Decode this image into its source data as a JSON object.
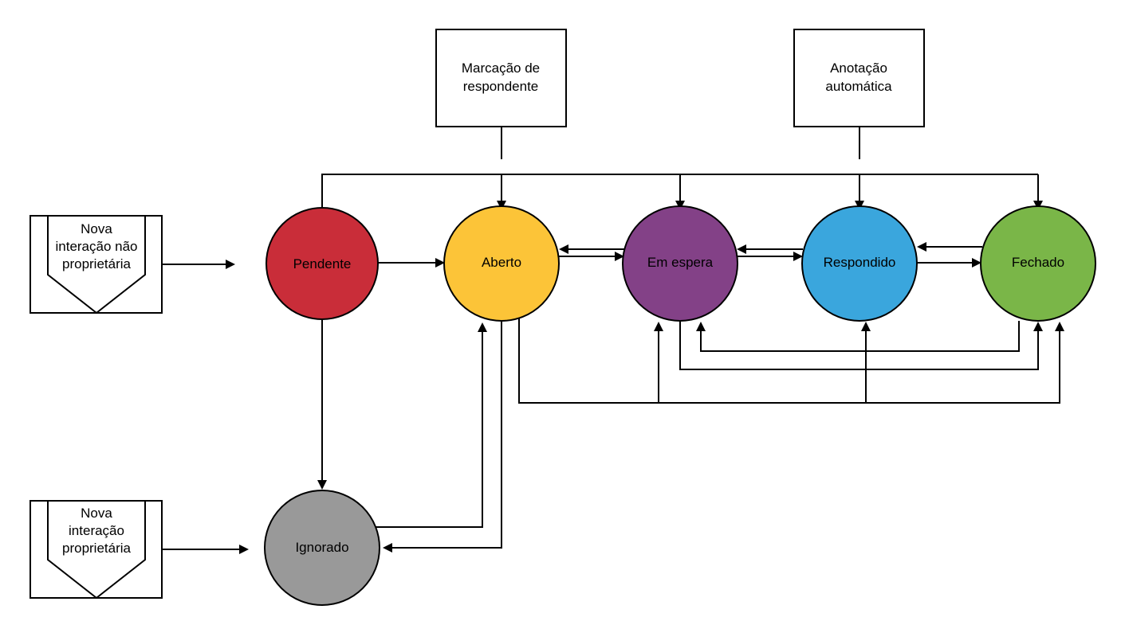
{
  "sources": {
    "respondent_marking": {
      "line1": "Marcação de",
      "line2": "respondente"
    },
    "auto_annotation": {
      "line1": "Anotação",
      "line2": "automática"
    },
    "new_non_owned": {
      "line1": "Nova",
      "line2": "interação não",
      "line3": "proprietária"
    },
    "new_owned": {
      "line1": "Nova",
      "line2": "interação",
      "line3": "proprietária"
    }
  },
  "states": {
    "pendente": {
      "label": "Pendente",
      "color": "#c92d39"
    },
    "aberto": {
      "label": "Aberto",
      "color": "#fcc438"
    },
    "em_espera": {
      "label": "Em espera",
      "color": "#834187"
    },
    "respondido": {
      "label": "Respondido",
      "color": "#3aa6dd"
    },
    "fechado": {
      "label": "Fechado",
      "color": "#7ab648"
    },
    "ignorado": {
      "label": "Ignorado",
      "color": "#999999"
    }
  }
}
